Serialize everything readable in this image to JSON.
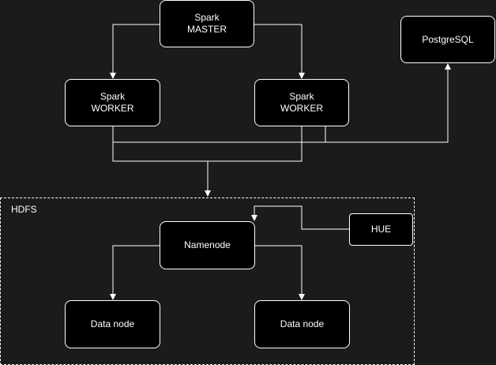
{
  "nodes": {
    "spark_master": {
      "line1": "Spark",
      "line2": "MASTER"
    },
    "spark_worker_left": {
      "line1": "Spark",
      "line2": "WORKER"
    },
    "spark_worker_right": {
      "line1": "Spark",
      "line2": "WORKER"
    },
    "postgresql": {
      "label": "PostgreSQL"
    },
    "namenode": {
      "label": "Namenode"
    },
    "hue": {
      "label": "HUE"
    },
    "data_node_left": {
      "label": "Data node"
    },
    "data_node_right": {
      "label": "Data node"
    }
  },
  "groups": {
    "hdfs": {
      "label": "HDFS"
    }
  },
  "colors": {
    "background": "#1b1b1b",
    "node_fill": "#000000",
    "stroke": "#ffffff"
  }
}
